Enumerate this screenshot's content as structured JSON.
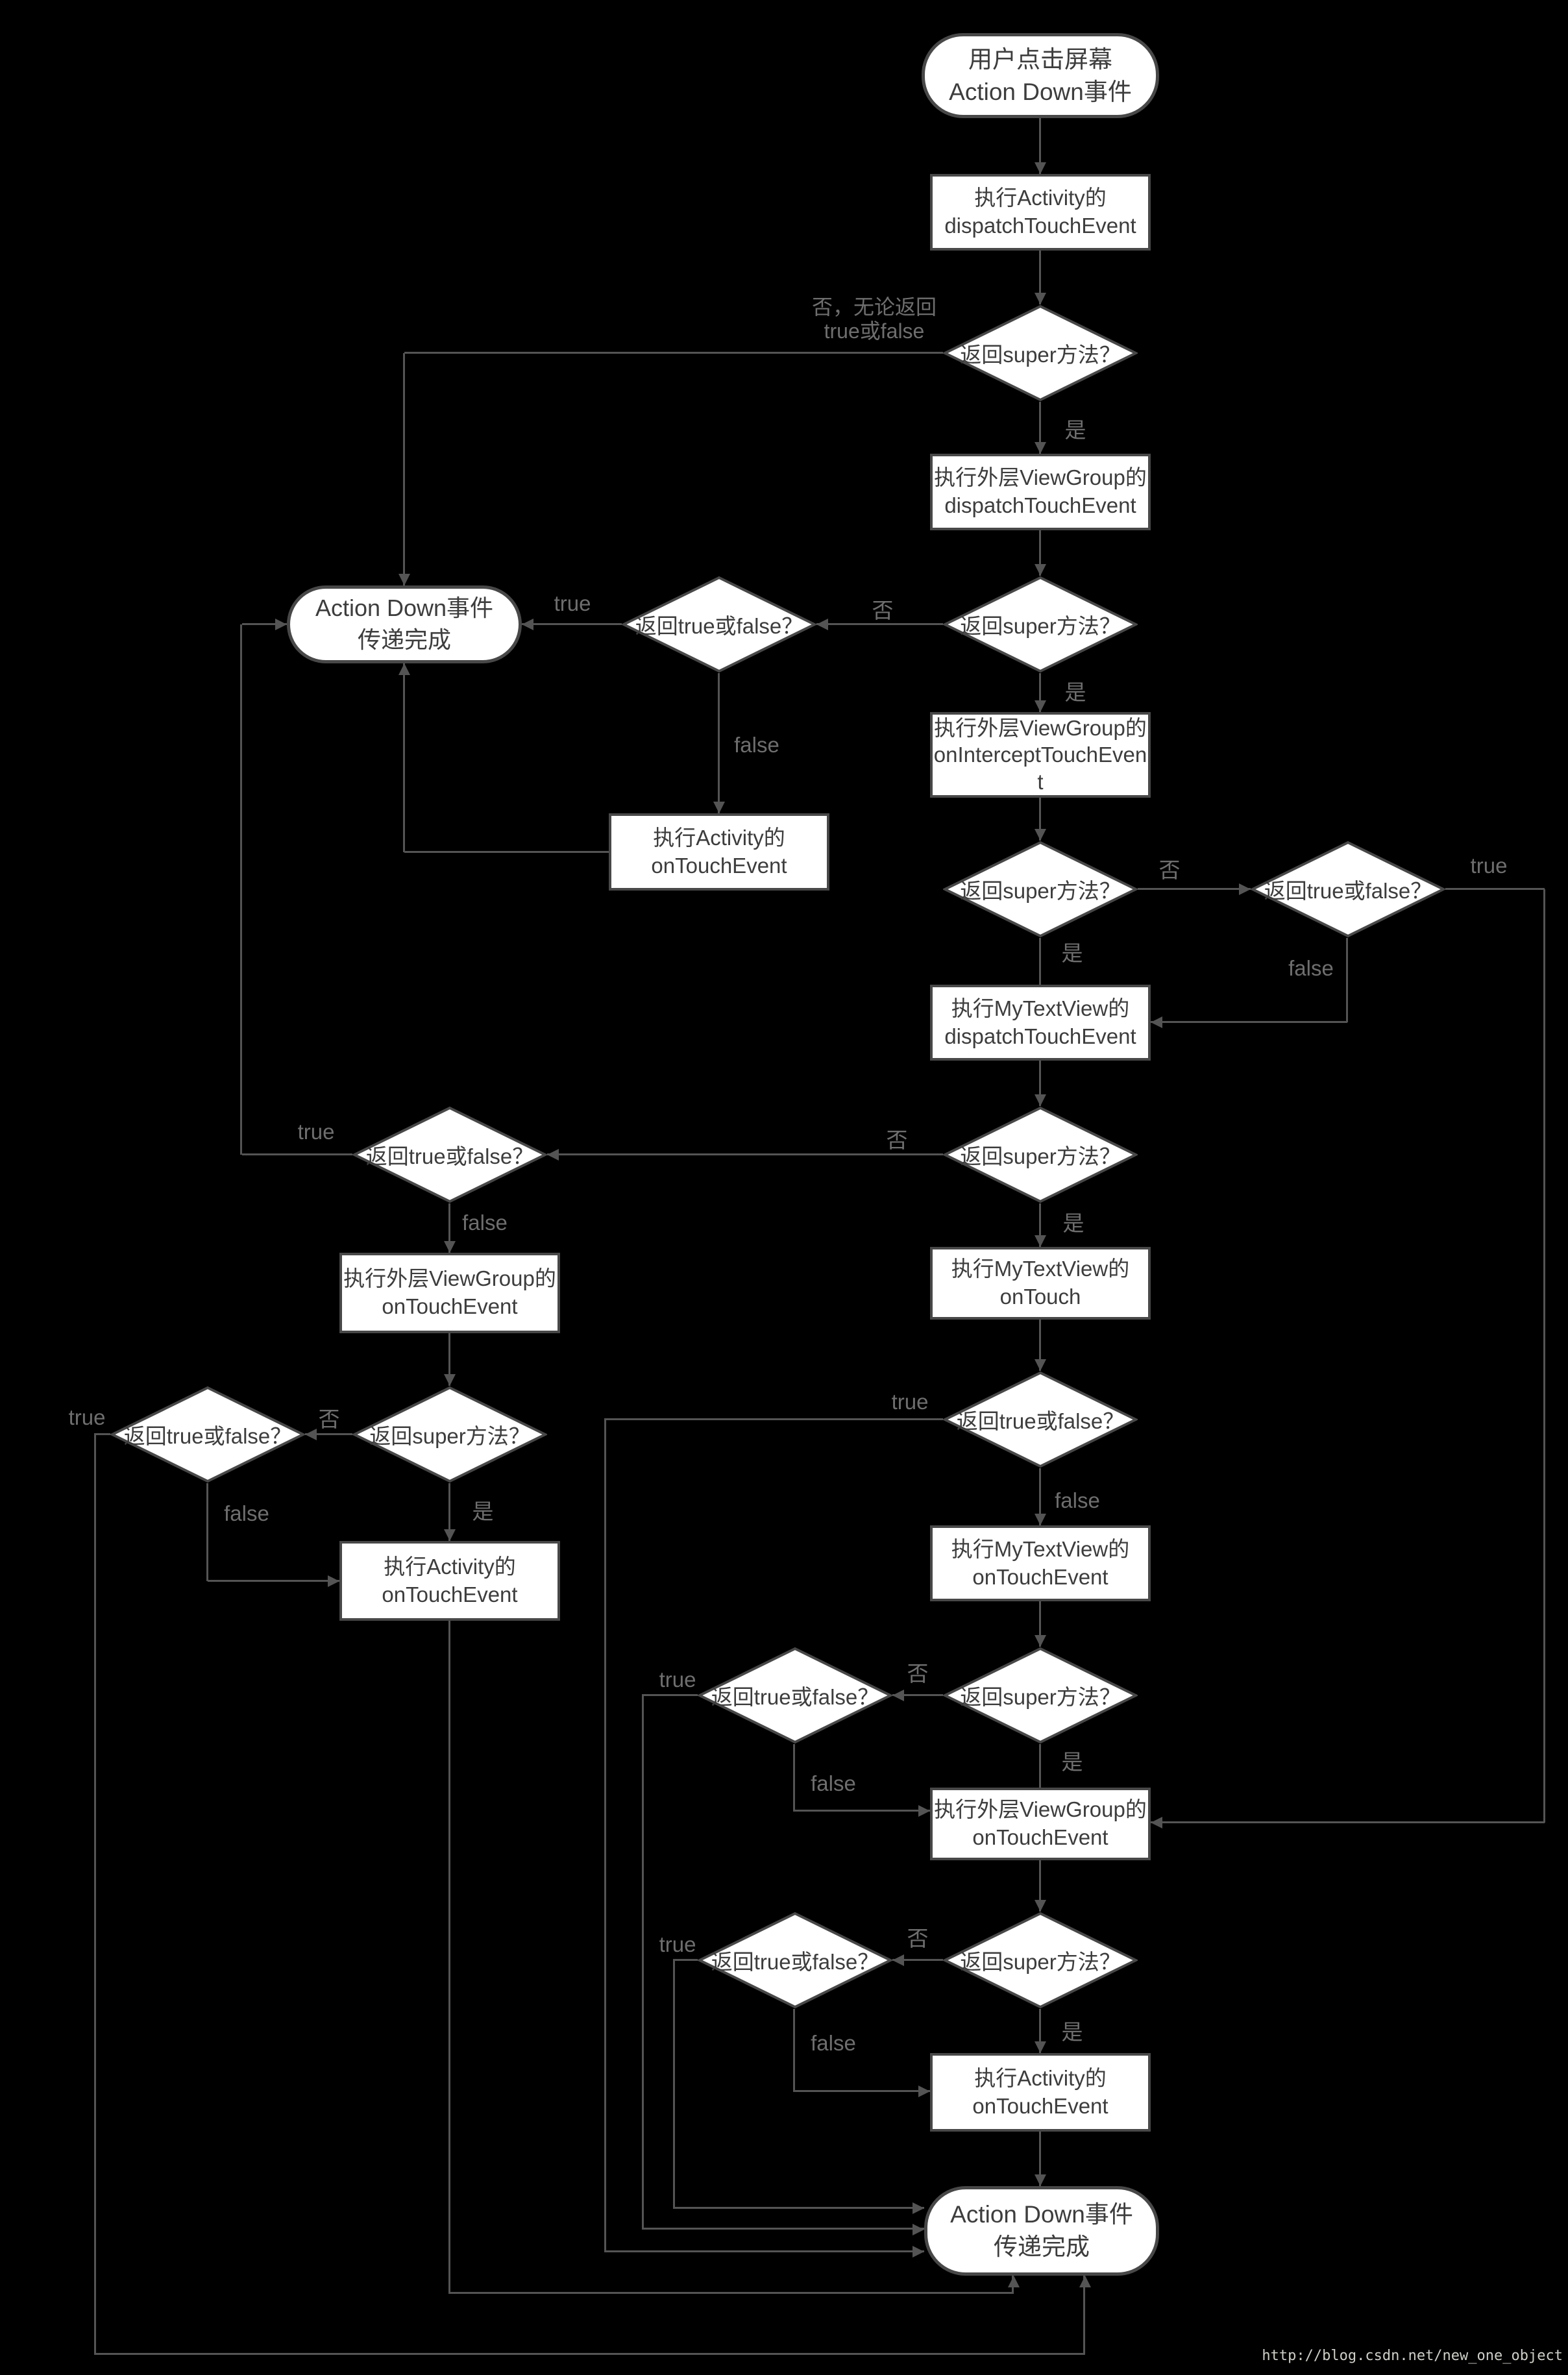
{
  "palette": {
    "bg": "#000000",
    "node_fill": "#ffffff",
    "node_border": "#484848",
    "node_text": "#3d3d3d",
    "line": "#545454",
    "label": "#6e6e6e",
    "watermark": "#cfcfc7"
  },
  "strings": {
    "super_q": "返回super方法？",
    "tf_q": "返回true或false？",
    "yes": "是",
    "no": "否",
    "true": "true",
    "false": "false",
    "no_regardless_line1": "否，无论返回",
    "no_regardless_line2": "true或false"
  },
  "nodes": {
    "start": {
      "line1": "用户点击屏幕",
      "line2": "Action Down事件"
    },
    "activity_dispatch": {
      "line1": "执行Activity的",
      "line2": "dispatchTouchEvent"
    },
    "viewgroup_dispatch": {
      "line1": "执行外层ViewGroup的",
      "line2": "dispatchTouchEvent"
    },
    "done_top": {
      "line1": "Action Down事件",
      "line2": "传递完成"
    },
    "viewgroup_intercept": {
      "line1": "执行外层ViewGroup的",
      "line2": "onInterceptTouchEven",
      "line3": "t"
    },
    "activity_ontouch_top": {
      "line1": "执行Activity的",
      "line2": "onTouchEvent"
    },
    "mytextview_dispatch": {
      "line1": "执行MyTextView的",
      "line2": "dispatchTouchEvent"
    },
    "viewgroup_ontouch_left": {
      "line1": "执行外层ViewGroup的",
      "line2": "onTouchEvent"
    },
    "mytextview_ontouch": {
      "line1": "执行MyTextView的",
      "line2": "onTouch"
    },
    "activity_ontouch_left": {
      "line1": "执行Activity的",
      "line2": "onTouchEvent"
    },
    "mytextview_ontouchevent": {
      "line1": "执行MyTextView的",
      "line2": "onTouchEvent"
    },
    "viewgroup_ontouch_right": {
      "line1": "执行外层ViewGroup的",
      "line2": "onTouchEvent"
    },
    "activity_ontouch_bottom": {
      "line1": "执行Activity的",
      "line2": "onTouchEvent"
    },
    "done_bottom": {
      "line1": "Action Down事件",
      "line2": "传递完成"
    }
  },
  "watermark": "http://blog.csdn.net/new_one_object"
}
